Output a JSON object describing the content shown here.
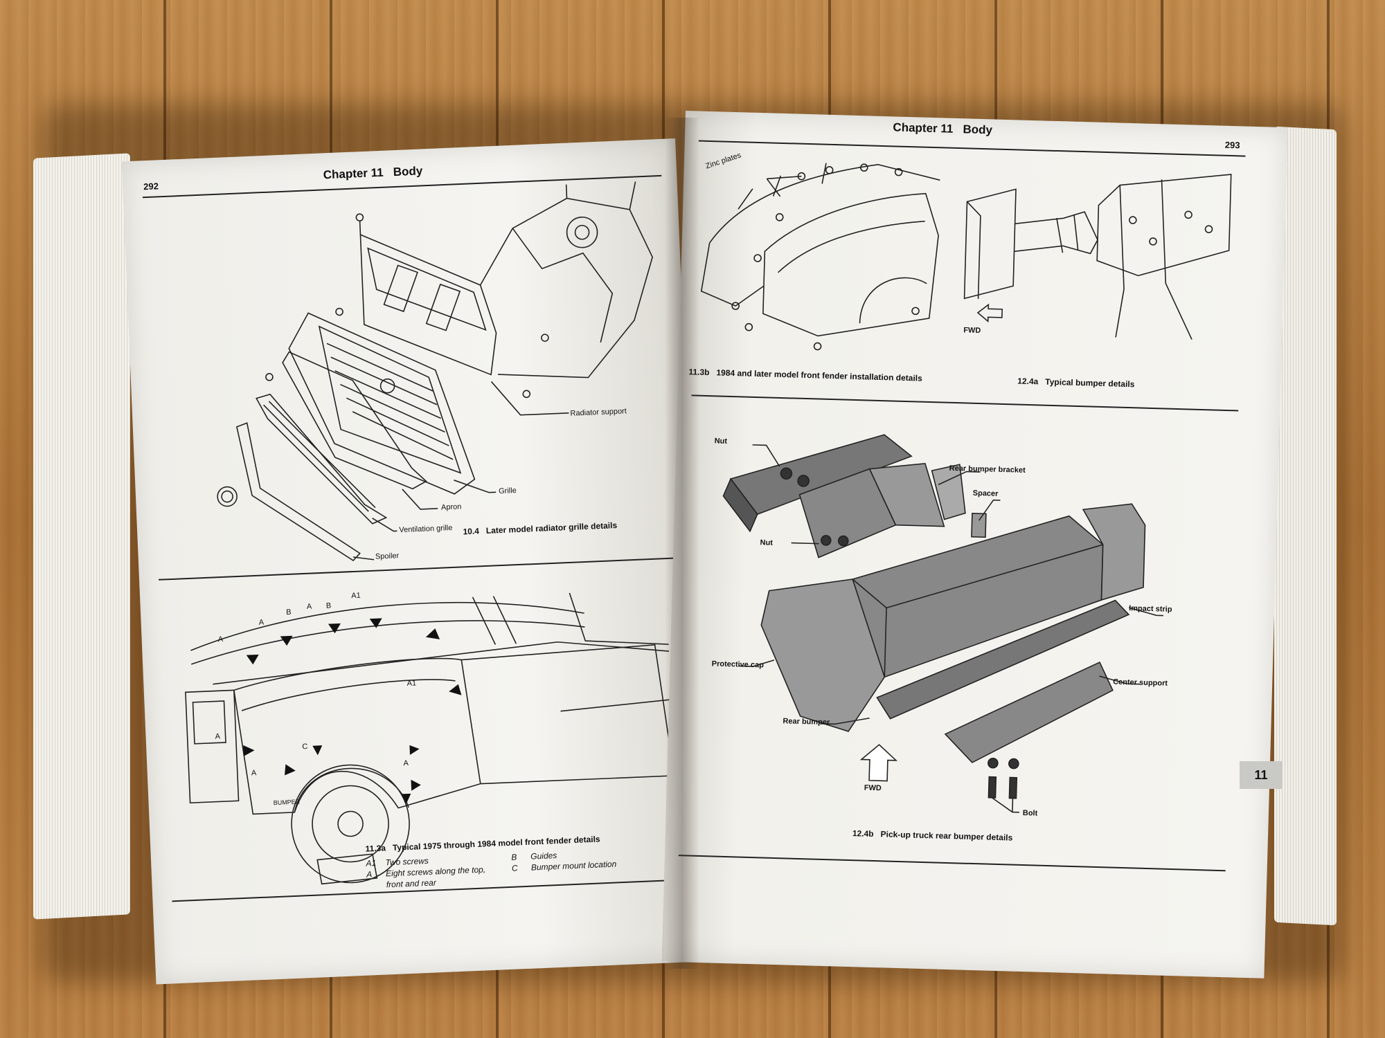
{
  "left_page": {
    "page_number": "292",
    "header": "Chapter 11   Body",
    "fig_10_4": {
      "caption": "10.4   Later model radiator grille details",
      "labels": {
        "radiator_support": "Radiator support",
        "grille": "Grille",
        "apron": "Apron",
        "ventilation_grille": "Ventilation grille",
        "spoiler": "Spoiler"
      }
    },
    "fig_11_3a": {
      "caption": "11.3a   Typical 1975 through 1984 model front fender details",
      "callouts": {
        "a1": "A1",
        "a": "A",
        "b": "B",
        "c": "C",
        "bumper": "BUMPER"
      },
      "legend": [
        {
          "key": "A1",
          "text": "Two screws"
        },
        {
          "key": "A",
          "text": "Eight screws along the top, front and rear"
        },
        {
          "key": "B",
          "text": "Guides"
        },
        {
          "key": "C",
          "text": "Bumper mount location"
        }
      ]
    }
  },
  "right_page": {
    "page_number": "293",
    "header": "Chapter 11   Body",
    "fig_11_3b": {
      "caption": "11.3b   1984 and later model front fender installation details",
      "labels": {
        "zinc_plates": "Zinc plates"
      }
    },
    "fig_12_4a": {
      "caption": "12.4a   Typical bumper details",
      "labels": {
        "fwd": "FWD"
      }
    },
    "fig_12_4b": {
      "caption": "12.4b   Pick-up truck rear bumper details",
      "labels": {
        "nut_top": "Nut",
        "rear_bumper_bracket": "Rear bumper bracket",
        "spacer": "Spacer",
        "nut_mid": "Nut",
        "impact_strip": "Impact strip",
        "protective_cap": "Protective cap",
        "center_support": "Center support",
        "rear_bumper": "Rear bumper",
        "fwd": "FWD",
        "bolt": "Bolt"
      }
    },
    "chapter_tab": "11"
  }
}
